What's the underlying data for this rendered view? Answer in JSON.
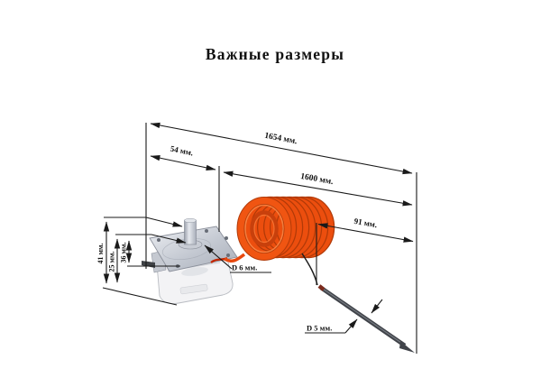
{
  "title": "Важные размеры",
  "labels": {
    "dim_total": "1654 мм.",
    "dim_offset": "54 мм.",
    "dim_capillary": "1600 мм.",
    "dim_probe_distance": "91 мм.",
    "dim_height_total": "41 мм.",
    "dim_height_body": "25 мм.",
    "dim_height_plate": "36 мм.",
    "dim_stem_diameter": "D 6 мм.",
    "dim_probe_diameter": "D 5 мм."
  },
  "colors": {
    "background": "#ffffff",
    "dimension_lines": "#1a1a1a",
    "capillary_orange": "#ec4e0e",
    "capillary_orange_dark": "#b13a08",
    "probe_gray": "#41444a",
    "plate_steel": "#c3c8d1",
    "body_white": "#f3f3f5"
  }
}
